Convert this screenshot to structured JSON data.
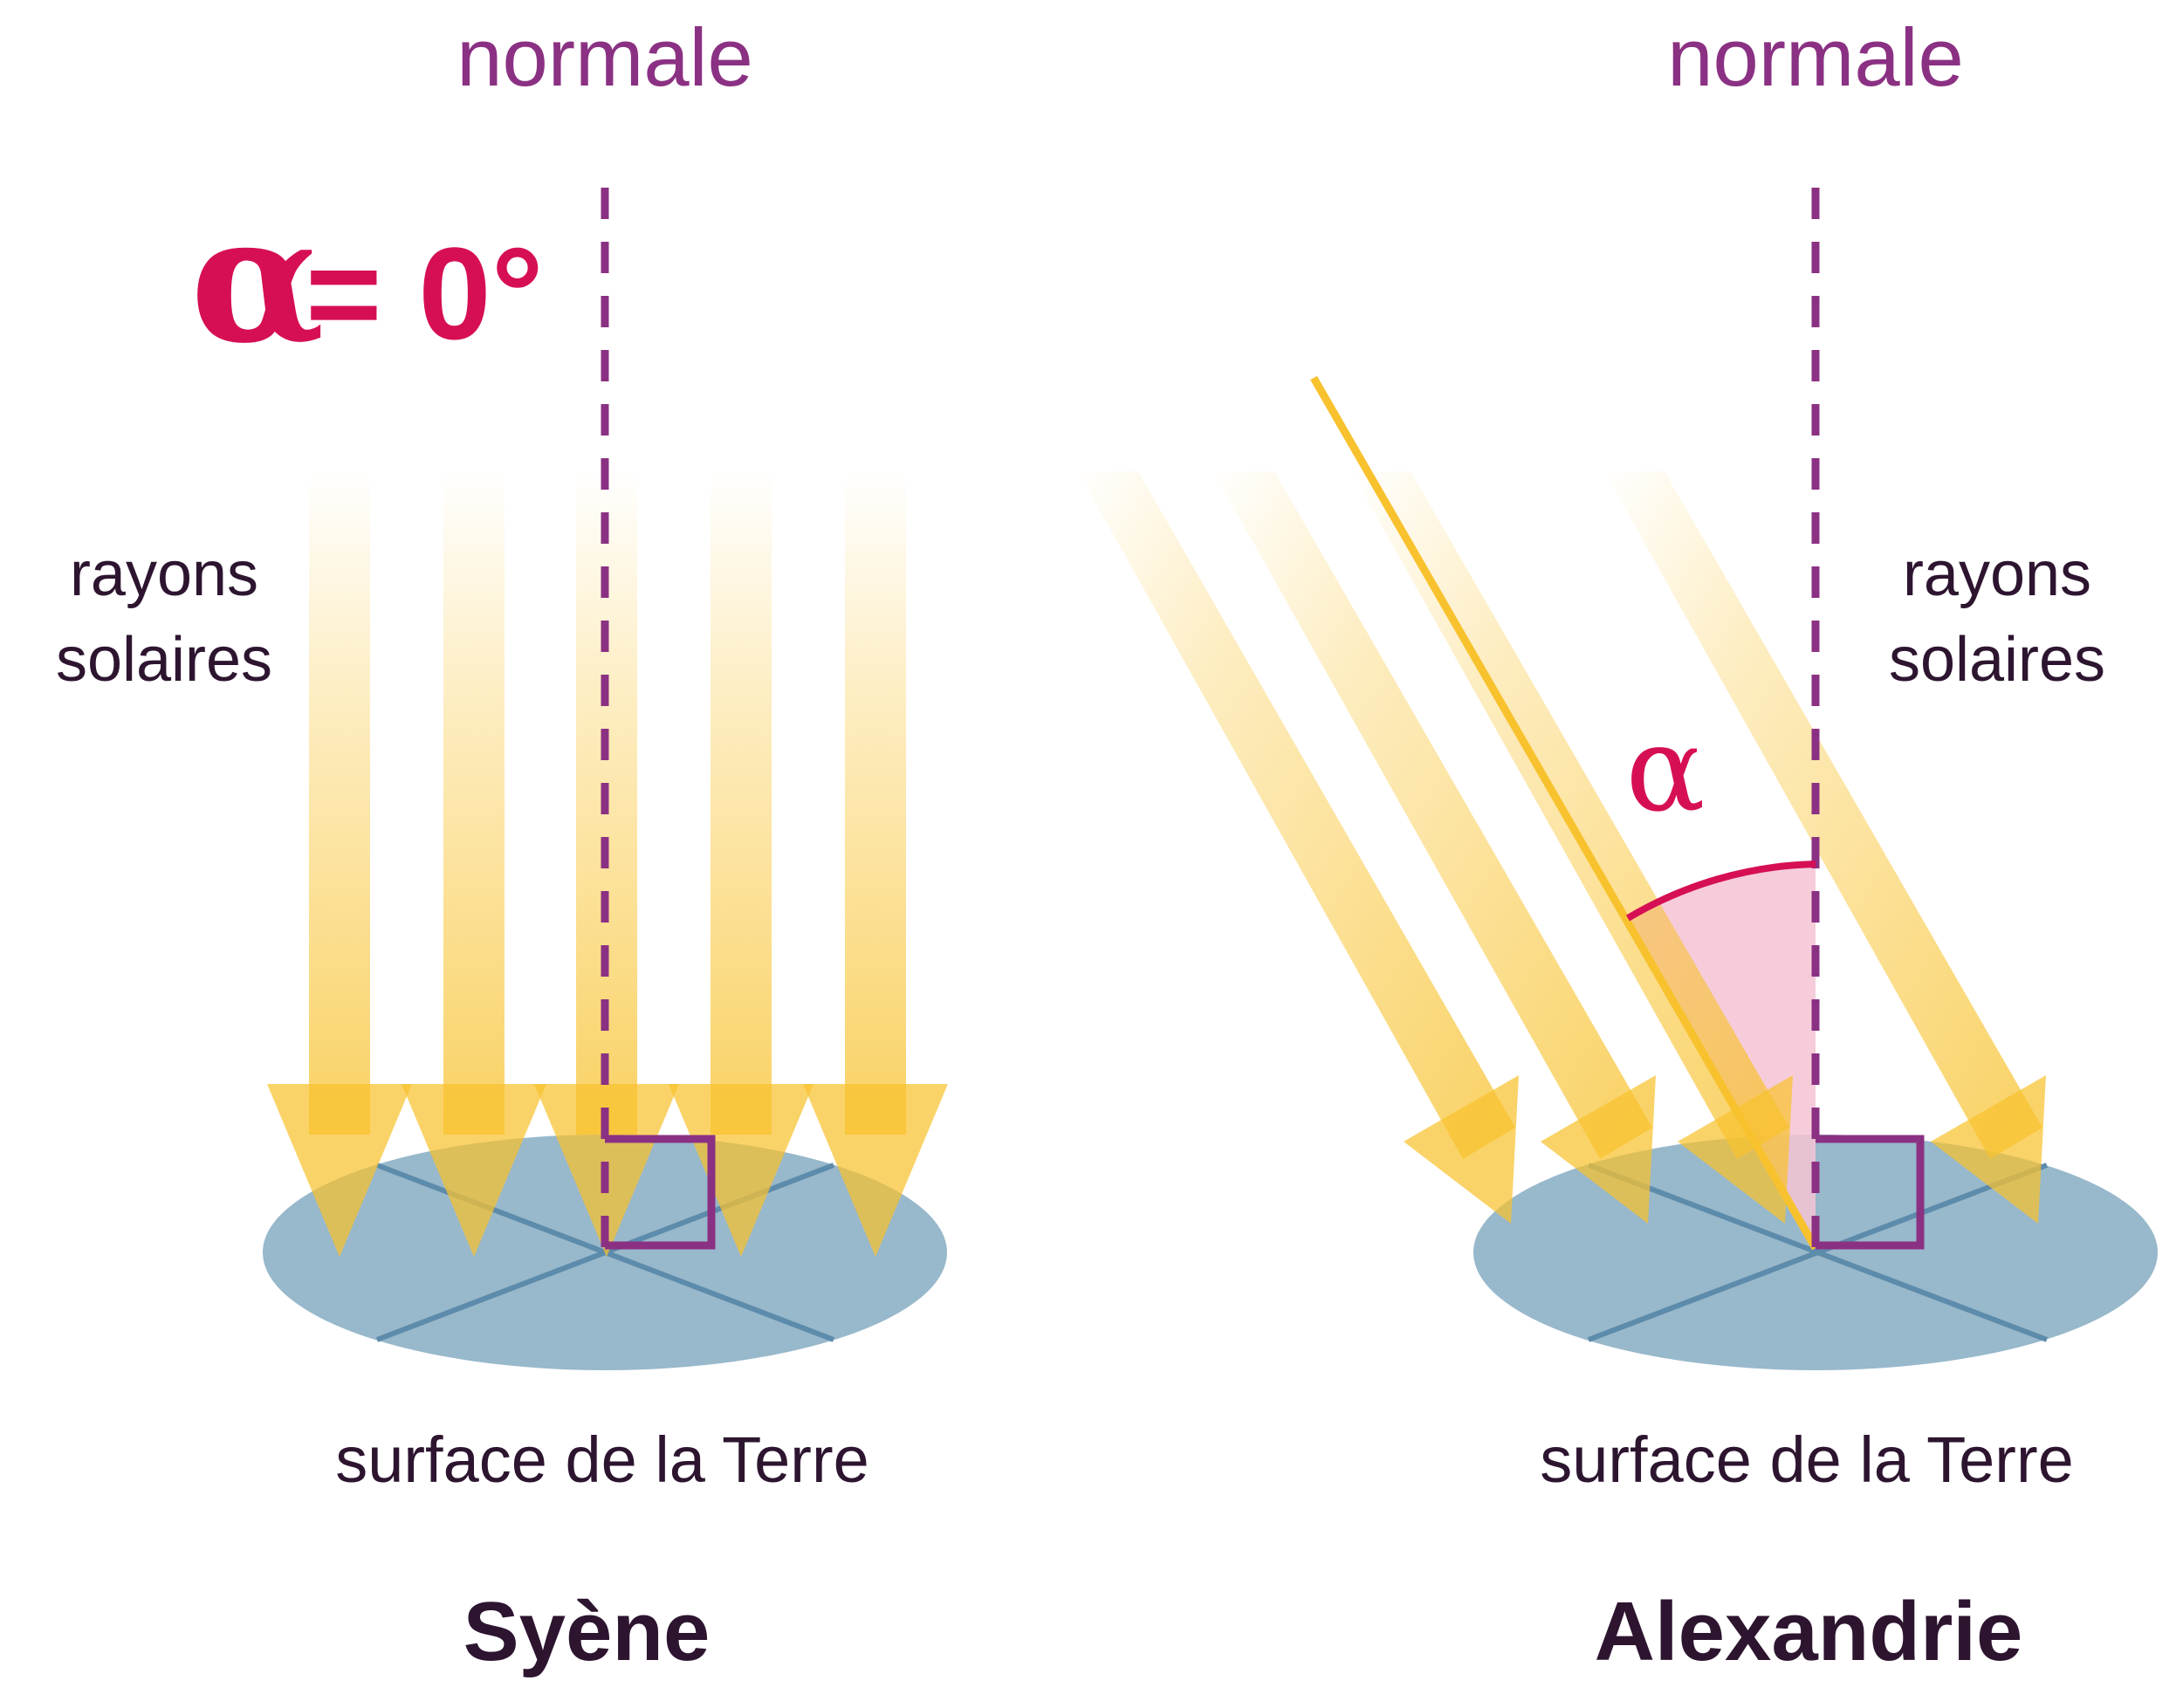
{
  "left_panel": {
    "normal_label": "normale",
    "angle_symbol": "α",
    "angle_equation": "= 0°",
    "rays_label_line1": "rayons",
    "rays_label_line2": "solaires",
    "surface_label": "surface de la Terre",
    "city": "Syène"
  },
  "right_panel": {
    "normal_label": "normale",
    "angle_symbol": "α",
    "rays_label_line1": "rayons",
    "rays_label_line2": "solaires",
    "surface_label": "surface de la Terre",
    "city": "Alexandrie"
  },
  "colors": {
    "normal": "#8b3183",
    "alpha": "#d60f55",
    "text": "#2d1530",
    "ray": "#f8c22e",
    "ground": "#98b8cb",
    "ground_lines": "#5d8bab",
    "angle_fill": "#f4c3d5"
  }
}
